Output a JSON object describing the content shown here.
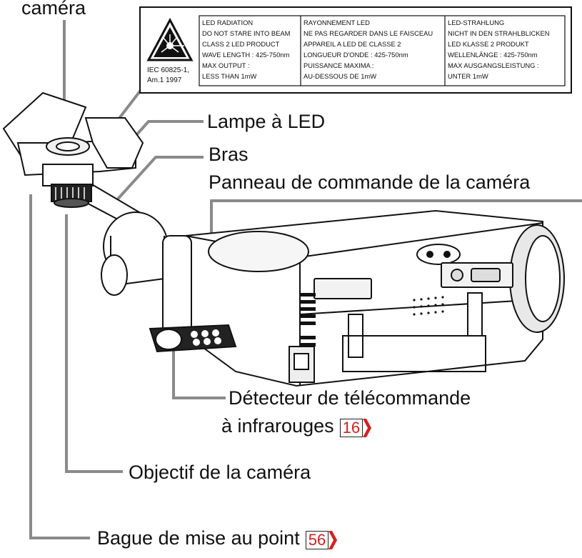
{
  "callouts": {
    "camera_top": "caméra",
    "led_lamp": "Lampe à LED",
    "arm": "Bras",
    "control_panel": "Panneau de commande de la caméra",
    "ir_detector_line1": "Détecteur de télécommande",
    "ir_detector_line2": "à infrarouges",
    "ir_detector_page": "16",
    "lens": "Objectif de la caméra",
    "focus_ring": "Bague de mise au point",
    "focus_ring_page": "56"
  },
  "warning_label": {
    "standard_line1": "IEC 60825-1,",
    "standard_line2": "Am.1  1997",
    "col1": [
      "LED RADIATION",
      "DO NOT STARE INTO BEAM",
      "CLASS 2 LED PRODUCT",
      "WAVE LENGTH : 425-750nm",
      "MAX OUTPUT :",
      "LESS THAN 1mW"
    ],
    "col2": [
      "RAYONNEMENT LED",
      "NE PAS REGARDER DANS LE FAISCEAU",
      "APPAREIL A LED DE CLASSE 2",
      "LONGUEUR D'ONDE : 425-750nm",
      "PUISSANCE MAXIMA :",
      "AU-DESSOUS DE 1mW"
    ],
    "col3": [
      "LED-STRAHLUNG",
      "NICHT IN DEN STRAHLBLICKEN",
      "LED KLASSE 2 PRODUKT",
      "WELLENLÄNGE : 425-750nm",
      "MAX AUSGANGSLEISTUNG :",
      "UNTER 1mW"
    ]
  },
  "colors": {
    "page_ref": "#d6201e",
    "line": "#8a8a8a",
    "ink": "#111111"
  }
}
